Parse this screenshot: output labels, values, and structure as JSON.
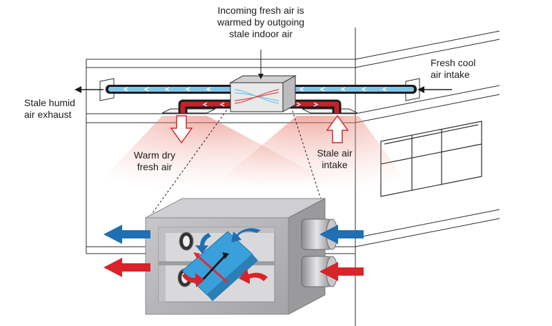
{
  "labels": {
    "incoming": [
      "Incoming fresh air is",
      "warmed by outgoing",
      "stale indoor air"
    ],
    "fresh_intake": [
      "Fresh cool",
      "air intake"
    ],
    "stale_exhaust": [
      "Stale humid",
      "air exhaust"
    ],
    "warm_dry": [
      "Warm dry",
      "fresh air"
    ],
    "stale_intake": [
      "Stale air",
      "intake"
    ]
  },
  "colors": {
    "warm": "#d8232a",
    "cool": "#1f6fb2",
    "core": "#3aa0dc",
    "unit_body": "#b5b5b7",
    "duct_outline": "#1a1a1a"
  }
}
